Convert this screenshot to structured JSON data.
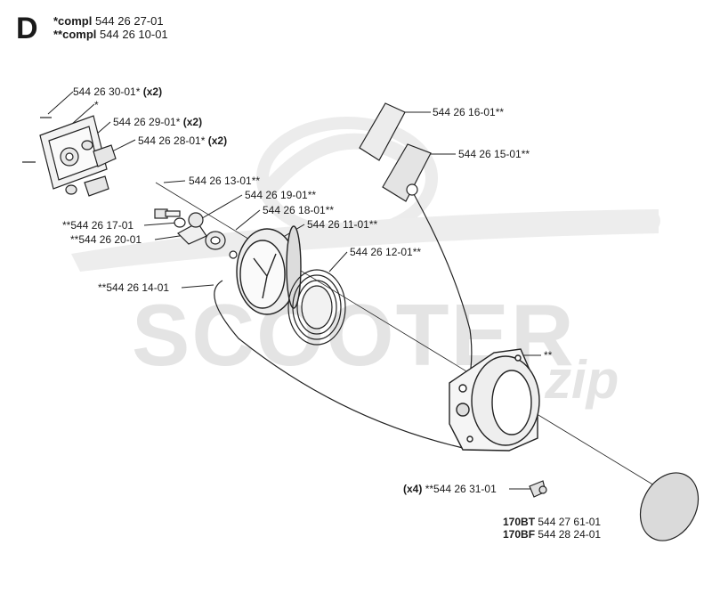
{
  "section": "D",
  "header": [
    {
      "prefix": "*compl",
      "number": "544 26 27-01"
    },
    {
      "prefix": "**compl",
      "number": "544 26 10-01"
    }
  ],
  "watermark": {
    "main": "SCOOTER",
    "sub": "zip"
  },
  "callouts": [
    {
      "id": "p1",
      "text": "544 26 30-01*",
      "qty": "(x2)"
    },
    {
      "id": "p2",
      "text": "*",
      "qty": ""
    },
    {
      "id": "p3",
      "text": "544 26 29-01*",
      "qty": "(x2)"
    },
    {
      "id": "p4",
      "text": "544 26 28-01*",
      "qty": "(x2)"
    },
    {
      "id": "p5",
      "text": "544 26 16-01**",
      "qty": ""
    },
    {
      "id": "p6",
      "text": "544 26 15-01**",
      "qty": ""
    },
    {
      "id": "p7",
      "text": "544 26 13-01**",
      "qty": ""
    },
    {
      "id": "p8",
      "text": "544 26 19-01**",
      "qty": ""
    },
    {
      "id": "p9",
      "text": "544 26 18-01**",
      "qty": ""
    },
    {
      "id": "p10",
      "text": "**544 26 17-01",
      "qty": ""
    },
    {
      "id": "p11",
      "text": "544 26 11-01**",
      "qty": ""
    },
    {
      "id": "p12",
      "text": "**544 26 20-01",
      "qty": ""
    },
    {
      "id": "p13",
      "text": "544 26 12-01**",
      "qty": ""
    },
    {
      "id": "p14",
      "text": "**544 26 14-01",
      "qty": ""
    },
    {
      "id": "p15",
      "text": "**",
      "qty": ""
    },
    {
      "id": "p16",
      "text": "**544 26 31-01",
      "qty": "(x4)"
    }
  ],
  "models": [
    {
      "model": "170BT",
      "number": "544 27 61-01"
    },
    {
      "model": "170BF",
      "number": "544 28 24-01"
    }
  ]
}
